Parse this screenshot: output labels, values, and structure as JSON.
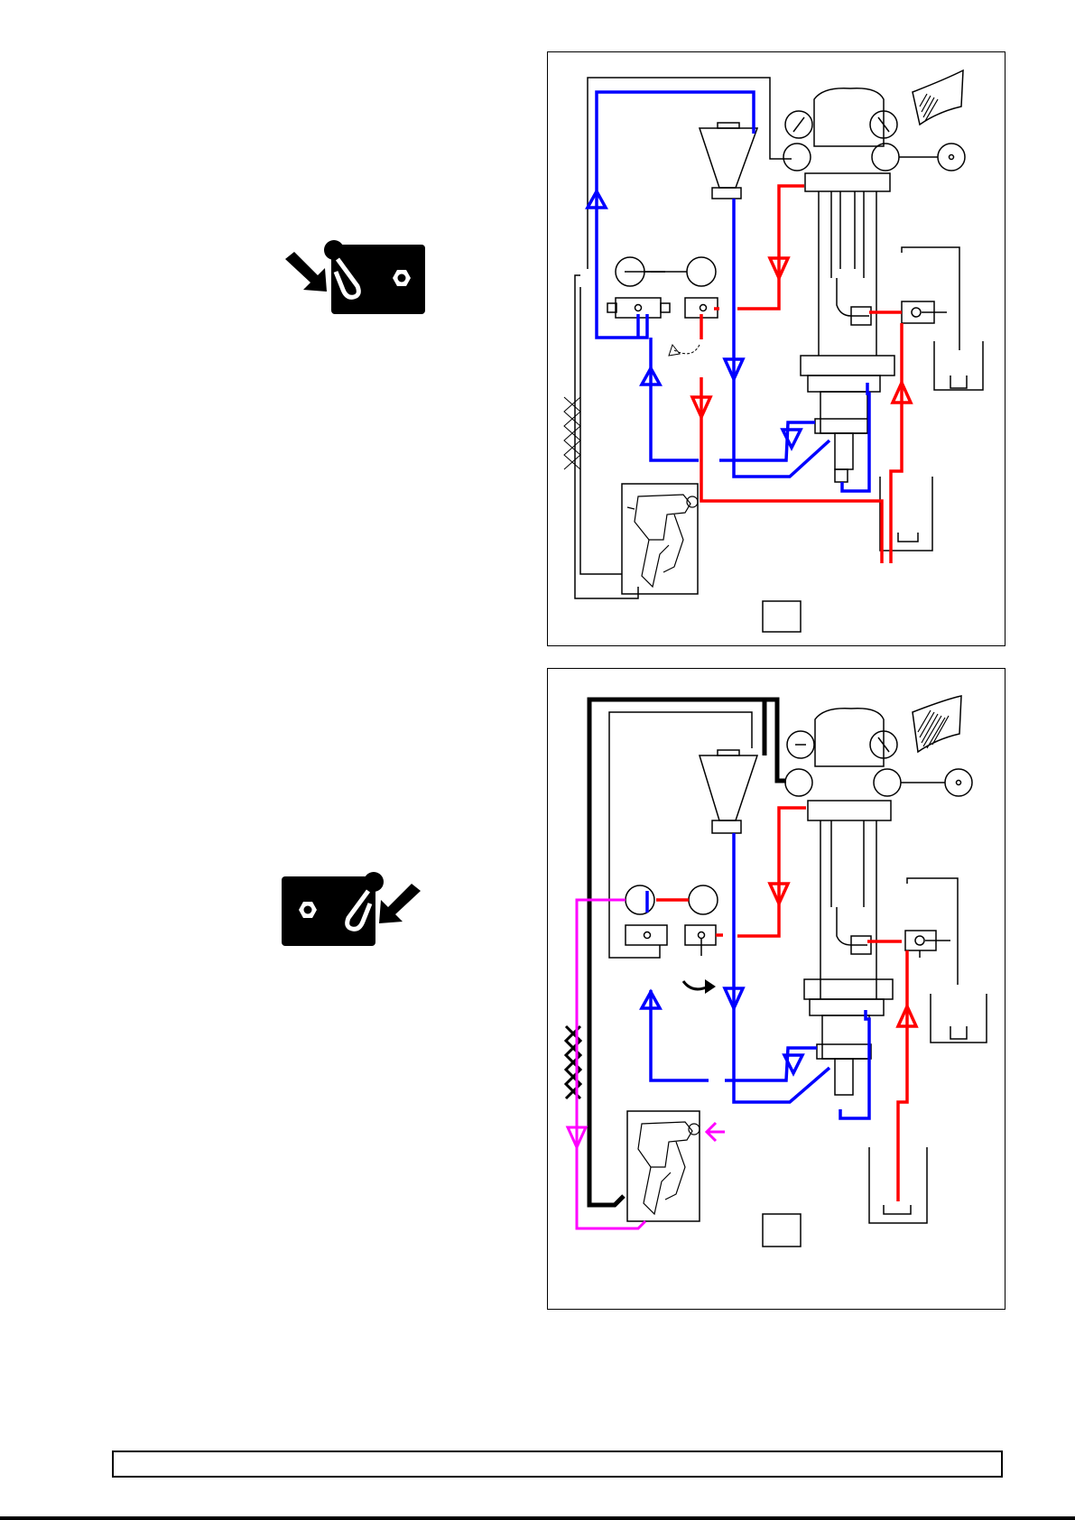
{
  "page": {
    "diagrams": [
      {
        "id": "top",
        "mode": "disassembly"
      },
      {
        "id": "bottom",
        "mode": "reassembly"
      }
    ]
  },
  "colors": {
    "paint_supply": "#0000ff",
    "paint_return": "#ff0000",
    "air_line": "#000000",
    "gun_air": "#ff00ff",
    "frame": "#000000"
  },
  "icons": {
    "top": "remove-part-icon",
    "bottom": "install-part-icon"
  }
}
